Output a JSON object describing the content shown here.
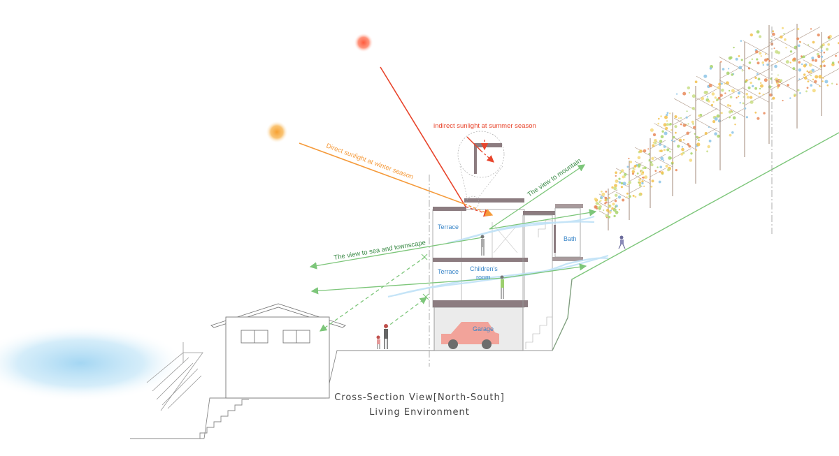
{
  "caption": {
    "line1": "Cross-Section View[North-South]",
    "line2": "Living Environment"
  },
  "annotations": {
    "summer_sun": "indirect sunlight at summer season",
    "winter_sun": "Direct sunlight at winter season",
    "view_mountain": "The view to mountain",
    "view_sea": "The view to sea and townscape"
  },
  "rooms": {
    "terrace_upper": "Terrace",
    "terrace_lower": "Terrace",
    "childrens_room_line1": "Children's",
    "childrens_room_line2": "room",
    "bath": "Bath",
    "garage": "Garage"
  },
  "colors": {
    "summer_sun": "#ff5a3c",
    "winter_sun": "#f7a030",
    "summer_ray": "#e8452c",
    "winter_ray": "#f59a3a",
    "view_line": "#7dc67a",
    "sea": "#9fd4f2",
    "wind": "#bfe2f7",
    "slab": "#8c7c80",
    "car": "#f2a39a",
    "room_label": "#3a86c8"
  }
}
